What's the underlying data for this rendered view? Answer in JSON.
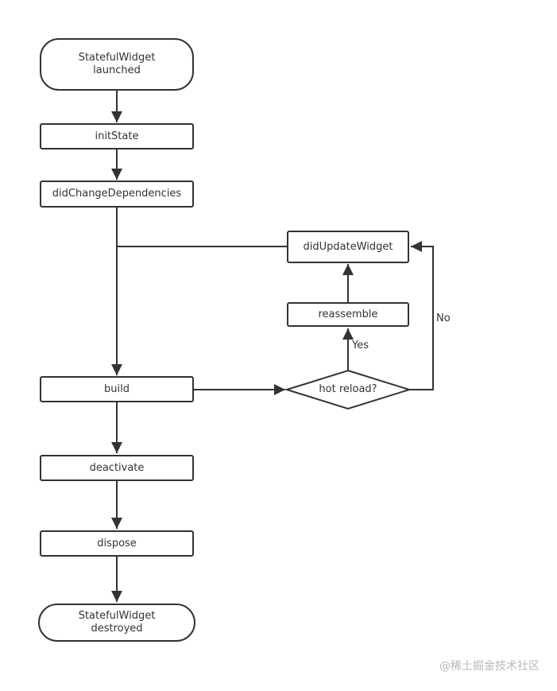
{
  "diagram": {
    "nodes": {
      "launched": "StatefulWidget launched",
      "init_state": "initState",
      "did_change_dependencies": "didChangeDependencies",
      "did_update_widget": "didUpdateWidget",
      "reassemble": "reassemble",
      "build": "build",
      "hot_reload": "hot reload?",
      "deactivate": "deactivate",
      "dispose": "dispose",
      "destroyed": "StatefulWidget destroyed"
    },
    "labels": {
      "yes": "Yes",
      "no": "No"
    }
  },
  "watermark": "@稀土掘金技术社区",
  "colors": {
    "stroke": "#333333",
    "background": "#ffffff",
    "watermark": "#b8b8b8"
  }
}
